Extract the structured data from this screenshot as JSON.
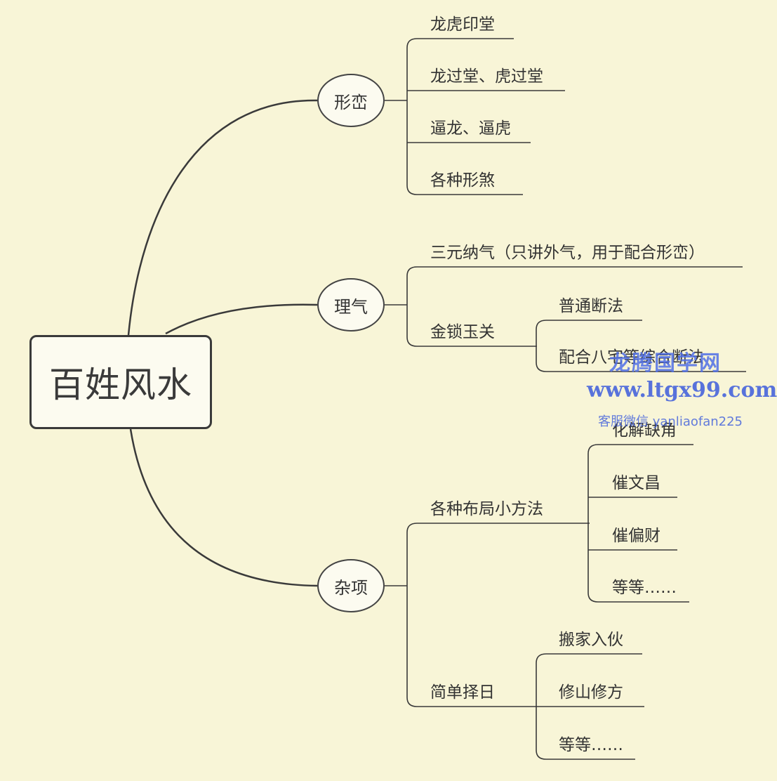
{
  "root": {
    "label": "百姓风水"
  },
  "branches": [
    {
      "label": "形峦",
      "children": [
        "龙虎印堂",
        "龙过堂、虎过堂",
        "逼龙、逼虎",
        "各种形煞"
      ]
    },
    {
      "label": "理气",
      "children": [
        {
          "label": "三元纳气（只讲外气，用于配合形峦）"
        },
        {
          "label": "金锁玉关",
          "children": [
            "普通断法",
            "配合八宅等综合断法"
          ]
        }
      ]
    },
    {
      "label": "杂项",
      "children": [
        {
          "label": "各种布局小方法",
          "children": [
            "化解缺角",
            "催文昌",
            "催偏财",
            "等等……"
          ]
        },
        {
          "label": "简单择日",
          "children": [
            "搬家入伙",
            "修山修方",
            "等等……"
          ]
        }
      ]
    }
  ],
  "watermark": {
    "name": "龙腾国学网",
    "url": "www.ltgx99.com",
    "contact": "客服微信 yanliaofan225"
  },
  "colors": {
    "background": "#f8f5d7",
    "line": "#3a3a3a",
    "watermark": "#5068e0"
  }
}
